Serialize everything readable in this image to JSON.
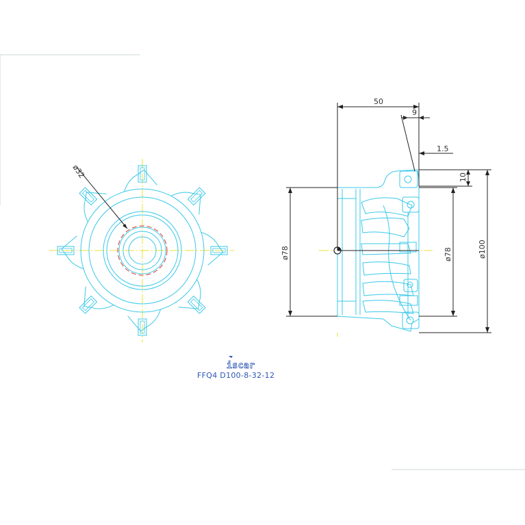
{
  "colors": {
    "body_outline": "#39c8e8",
    "insert_outline": "#39c8e8",
    "dimension_line": "#222222",
    "center_line": "#e8e033",
    "hidden_bore": "#e0322c",
    "logo": "#2b55b5",
    "caption": "#2b55b5"
  },
  "front_view": {
    "bore_label": "ø32",
    "insert_count": 8
  },
  "side_view": {
    "dims": {
      "overall_length": "50",
      "insert_height": "9",
      "offset": "1.5",
      "step": "10",
      "body_diameter_left": "ø78",
      "body_diameter_right": "ø78",
      "cutting_diameter": "ø100"
    }
  },
  "logo": {
    "text": "iscar"
  },
  "caption": {
    "designation": "FFQ4  D100-8-32-12"
  }
}
